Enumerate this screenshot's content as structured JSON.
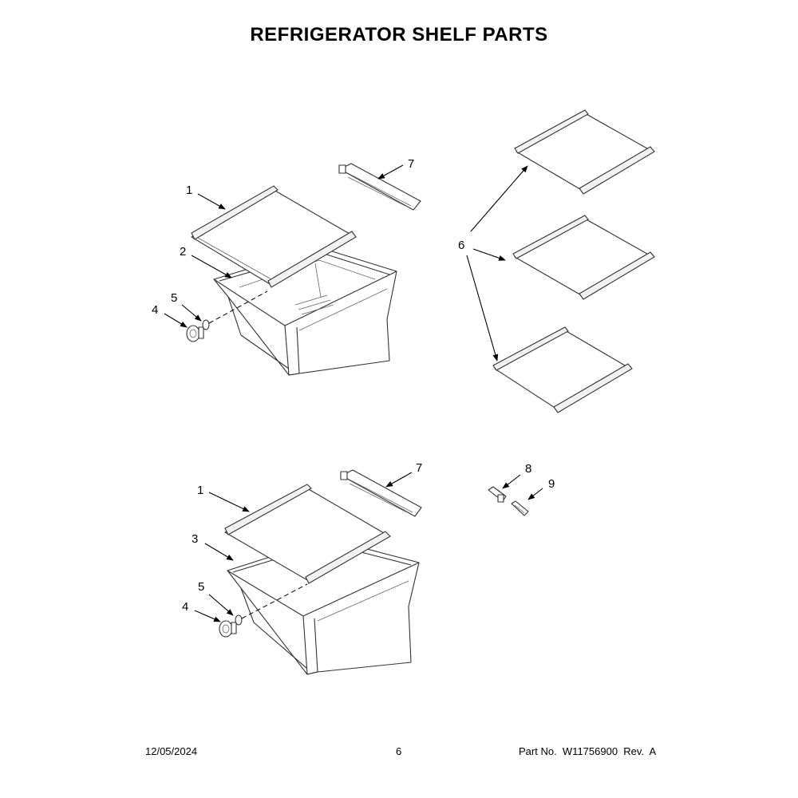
{
  "title": "REFRIGERATOR SHELF PARTS",
  "callouts": {
    "c1_upper": "1",
    "c2_upper": "2",
    "c4_upper": "4",
    "c5_upper": "5",
    "c6": "6",
    "c7_upper": "7",
    "c1_lower": "1",
    "c3_lower": "3",
    "c4_lower": "4",
    "c5_lower": "5",
    "c7_lower": "7",
    "c8": "8",
    "c9": "9"
  },
  "footer": {
    "date": "12/05/2024",
    "page": "6",
    "part_no": "Part No.  W11756900  Rev.  A"
  }
}
